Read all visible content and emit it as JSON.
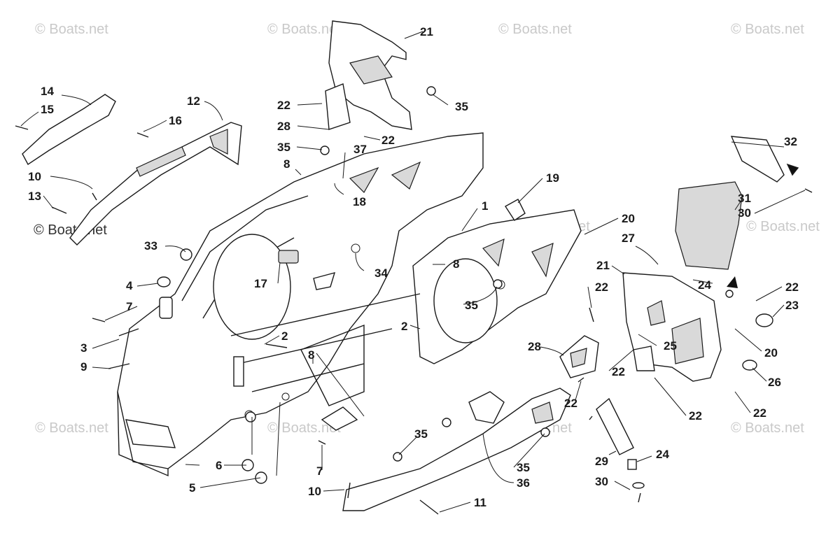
{
  "watermarks": {
    "text": "© Boats.net"
  },
  "callouts": {
    "c1": "1",
    "c2a": "2",
    "c2b": "2",
    "c3": "3",
    "c4": "4",
    "c5": "5",
    "c6": "6",
    "c7a": "7",
    "c7b": "7",
    "c8a": "8",
    "c8b": "8",
    "c8c": "8",
    "c9": "9",
    "c10a": "10",
    "c10b": "10",
    "c11": "11",
    "c12": "12",
    "c13": "13",
    "c14": "14",
    "c15": "15",
    "c16": "16",
    "c17": "17",
    "c18": "18",
    "c19": "19",
    "c20a": "20",
    "c20b": "20",
    "c21a": "21",
    "c21b": "21",
    "c22a": "22",
    "c22b": "22",
    "c22c": "22",
    "c22d": "22",
    "c22e": "22",
    "c22f": "22",
    "c22g": "22",
    "c22h": "22",
    "c23": "23",
    "c24a": "24",
    "c24b": "24",
    "c25": "25",
    "c26": "26",
    "c27": "27",
    "c28a": "28",
    "c28b": "28",
    "c29": "29",
    "c30a": "30",
    "c30b": "30",
    "c31": "31",
    "c32": "32",
    "c33": "33",
    "c34": "34",
    "c35a": "35",
    "c35b": "35",
    "c35c": "35",
    "c35d": "35",
    "c35e": "35",
    "c36": "36",
    "c37": "37"
  }
}
